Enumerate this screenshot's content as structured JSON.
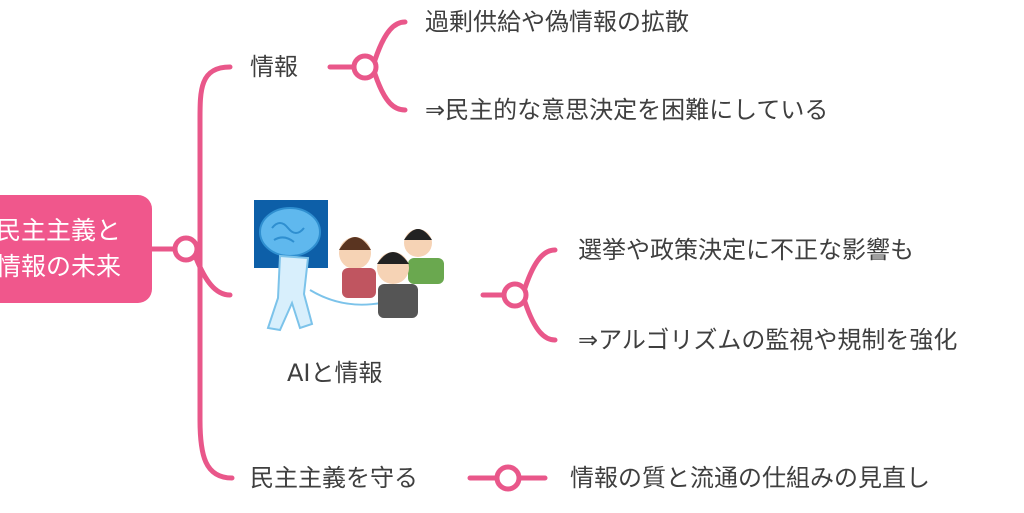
{
  "root": {
    "line1": "民主主義と",
    "line2": "情報の未来"
  },
  "branches": [
    {
      "label": "情報",
      "children": [
        "過剰供給や偽情報の拡散",
        "⇒民主的な意思決定を困難にしている"
      ]
    },
    {
      "label": "AIと情報",
      "image": "ai-brain-leading-people-illustration",
      "children": [
        "選挙や政策決定に不正な影響も",
        "⇒アルゴリズムの監視や規制を強化"
      ]
    },
    {
      "label": "民主主義を守る",
      "children": [
        "情報の質と流通の仕組みの見直し"
      ]
    }
  ],
  "colors": {
    "accent": "#e9578a",
    "root_fill": "#f0578c",
    "text": "#3f3f3f"
  }
}
